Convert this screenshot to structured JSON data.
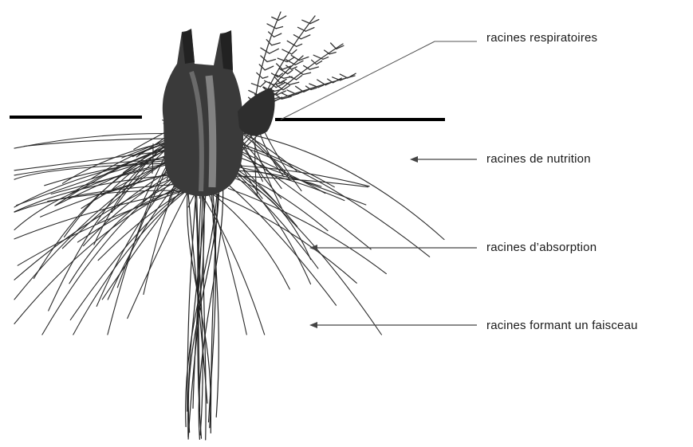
{
  "diagram": {
    "labels": {
      "respiratory": "racines respiratoires",
      "nutrition": "racines de nutrition",
      "absorption": "racines d’absorption",
      "bundle": "racines formant un faisceau"
    }
  }
}
